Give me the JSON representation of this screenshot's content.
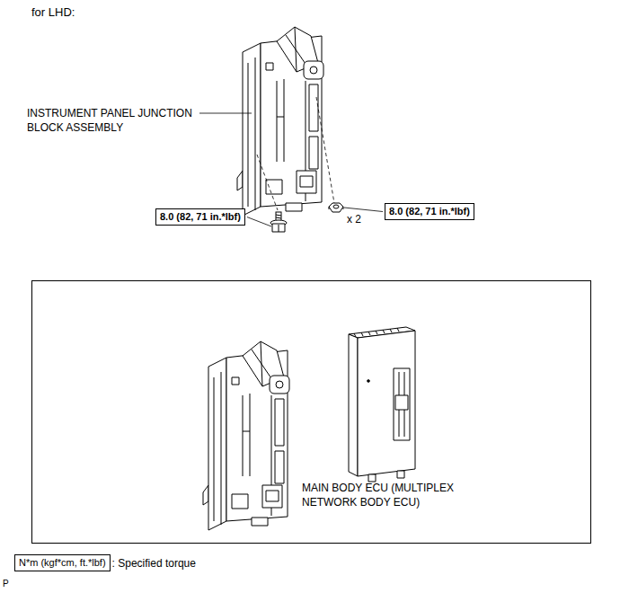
{
  "diagram": {
    "title": "for LHD:",
    "nodes": [
      {
        "text": [
          "8.0 (82, 71 in.*lbf)"
        ]
      },
      {
        "text": [
          "8.0 (82, 71 in.*lbf)"
        ]
      },
      {
        "text": [
          "MAIN BODY ECU (MULTIPLEX NETWORK BODY ECU)"
        ]
      },
      {
        "text": [
          "N*m (kgf*cm, ft.*lbf)"
        ]
      }
    ],
    "labels": [
      "INSTRUMENT PANEL JUNCTION BLOCK ASSEMBLY",
      "x 2",
      ": Specified torque",
      "P"
    ]
  }
}
